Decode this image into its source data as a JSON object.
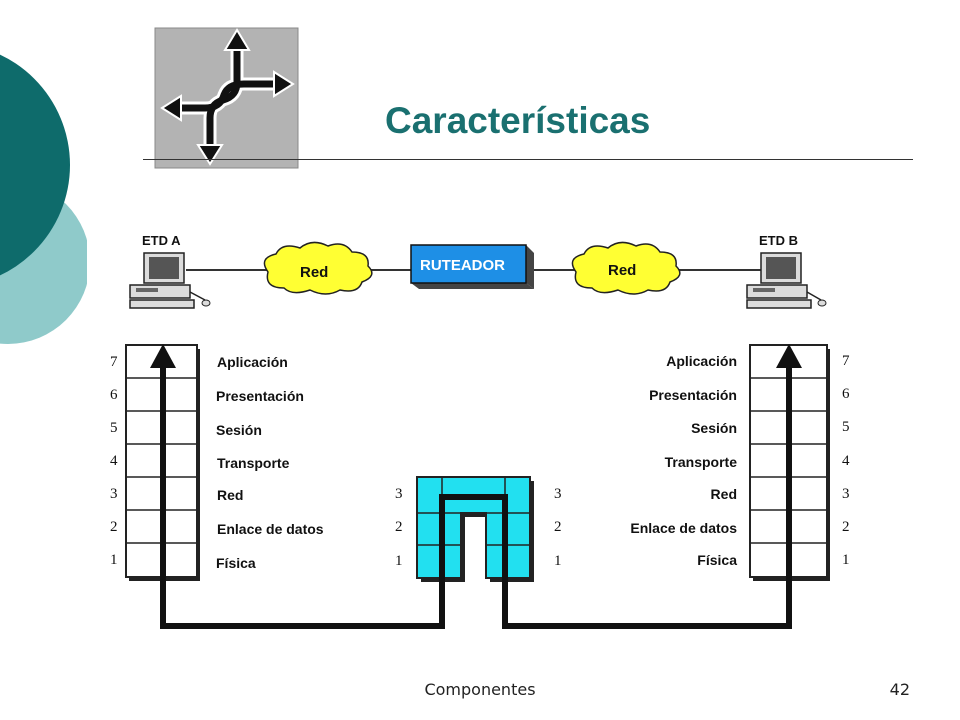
{
  "slide": {
    "title": "Características",
    "footer": "Componentes",
    "page_number": "42"
  },
  "colors": {
    "title": "#1a7070",
    "decor_dark": "#0e6b6b",
    "decor_light": "#8fcaca",
    "router_fill": "#1e8fe6",
    "cloud_fill": "#ffff33",
    "router_stack_fill": "#22e0f0"
  },
  "icons": {
    "logo": "crossroads-arrows-icon",
    "computer": "desktop-computer-icon"
  },
  "diagram": {
    "host_a": {
      "label": "ETD A"
    },
    "host_b": {
      "label": "ETD B"
    },
    "cloud_left": {
      "label": "Red"
    },
    "cloud_right": {
      "label": "Red"
    },
    "router": {
      "label": "RUTEADOR"
    },
    "layers": [
      {
        "number": "7",
        "name": "Aplicación"
      },
      {
        "number": "6",
        "name": "Presentación"
      },
      {
        "number": "5",
        "name": "Sesión"
      },
      {
        "number": "4",
        "name": "Transporte"
      },
      {
        "number": "3",
        "name": "Red"
      },
      {
        "number": "2",
        "name": "Enlace de datos"
      },
      {
        "number": "1",
        "name": "Física"
      }
    ],
    "router_layers": [
      "3",
      "2",
      "1"
    ]
  }
}
